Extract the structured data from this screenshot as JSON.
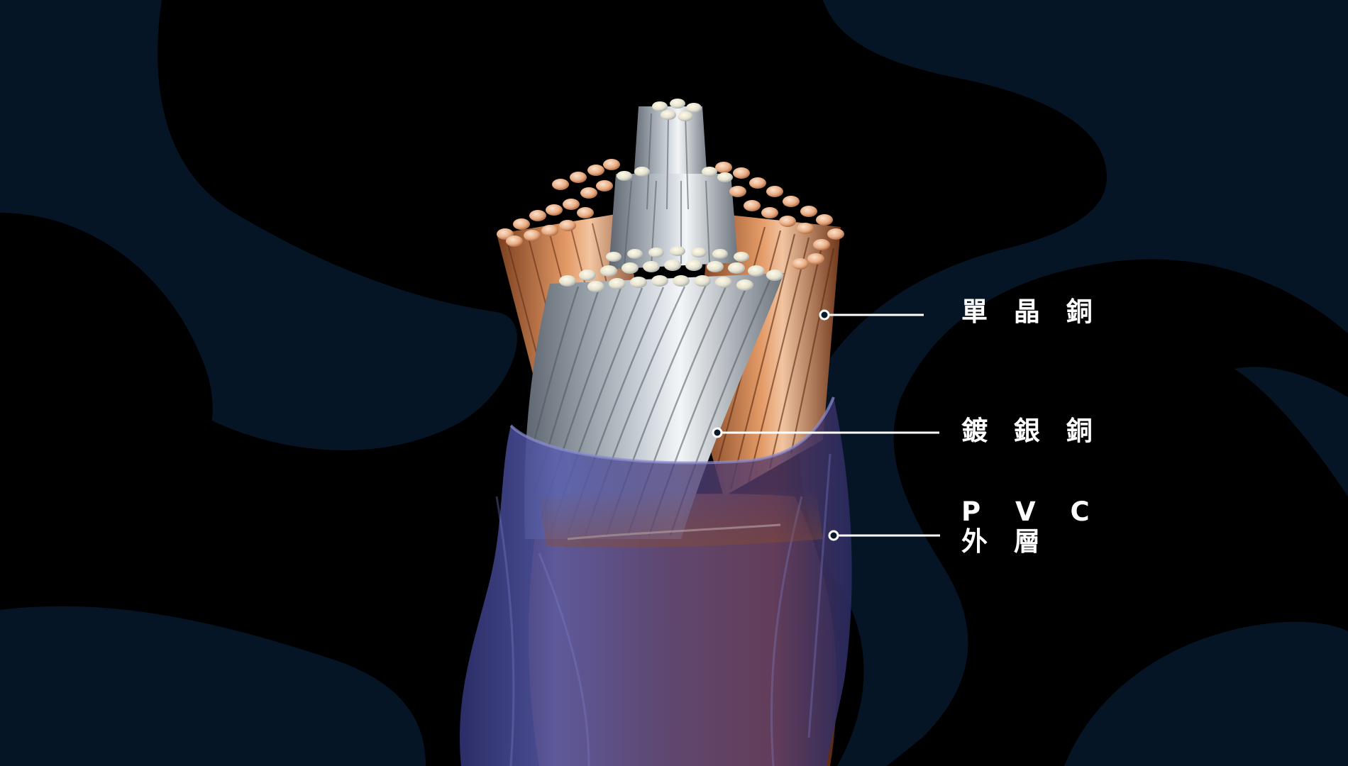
{
  "colors": {
    "background_black": "#000000",
    "background_navy": "#061526",
    "copper": "#c77a49",
    "copper_highlight": "#f2c4a0",
    "silver": "#b8c0c8",
    "silver_highlight": "#eef2f5",
    "pvc_jacket": "#4b4f9c",
    "callout_line": "#ffffff"
  },
  "labels": {
    "single_crystal_copper": "單 晶 銅",
    "silver_plated_copper": "鍍 銀 銅",
    "pvc_line1": "P V C",
    "pvc_line2": "外 層"
  }
}
